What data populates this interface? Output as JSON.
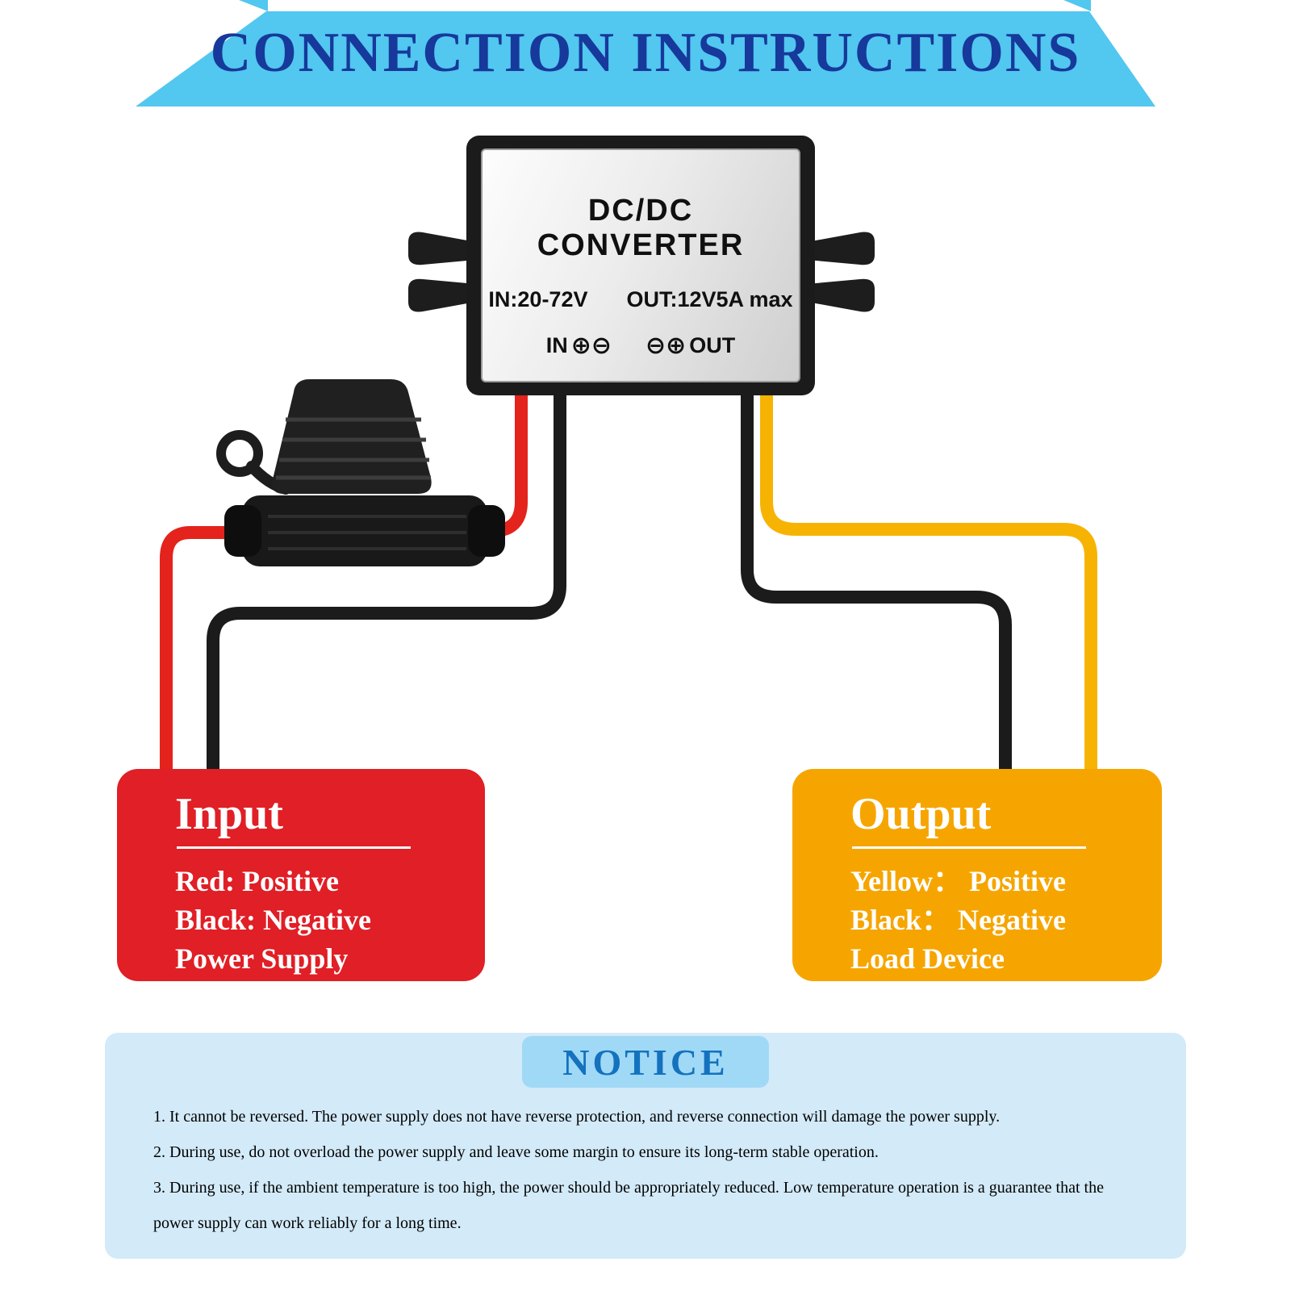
{
  "header": {
    "title": "CONNECTION INSTRUCTIONS"
  },
  "converter": {
    "name": "DC/DC CONVERTER",
    "input_spec": "IN:20-72V",
    "output_spec": "OUT:12V5A max",
    "in_label": "IN",
    "in_symbols": "⊕⊖",
    "out_symbols": "⊖⊕",
    "out_label": "OUT"
  },
  "input_box": {
    "title": "Input",
    "lines": [
      "Red: Positive",
      "Black: Negative",
      "Power Supply"
    ]
  },
  "output_box": {
    "title": "Output",
    "lines": [
      "Yellow： Positive",
      "Black： Negative",
      "Load Device"
    ]
  },
  "notice": {
    "title": "NOTICE",
    "items": [
      "1. It cannot be reversed. The power supply does not have reverse protection, and reverse connection will damage the power supply.",
      "2. During use, do not overload the power supply and leave some margin to ensure its long-term stable operation.",
      "3. During use, if the ambient temperature is too high, the power should be appropriately reduced. Low temperature operation is a guarantee that the power supply can work reliably for a long time."
    ]
  },
  "colors": {
    "banner": "#52c7ef",
    "banner_text": "#16399b",
    "input_red": "#e01f26",
    "output_orange": "#f6a500",
    "wire_red": "#e3231c",
    "wire_yellow": "#f7b301",
    "wire_black": "#1b1b1b",
    "notice_bg": "#d3eaf8",
    "notice_pill": "#a0d9f6",
    "notice_title": "#1472be"
  }
}
